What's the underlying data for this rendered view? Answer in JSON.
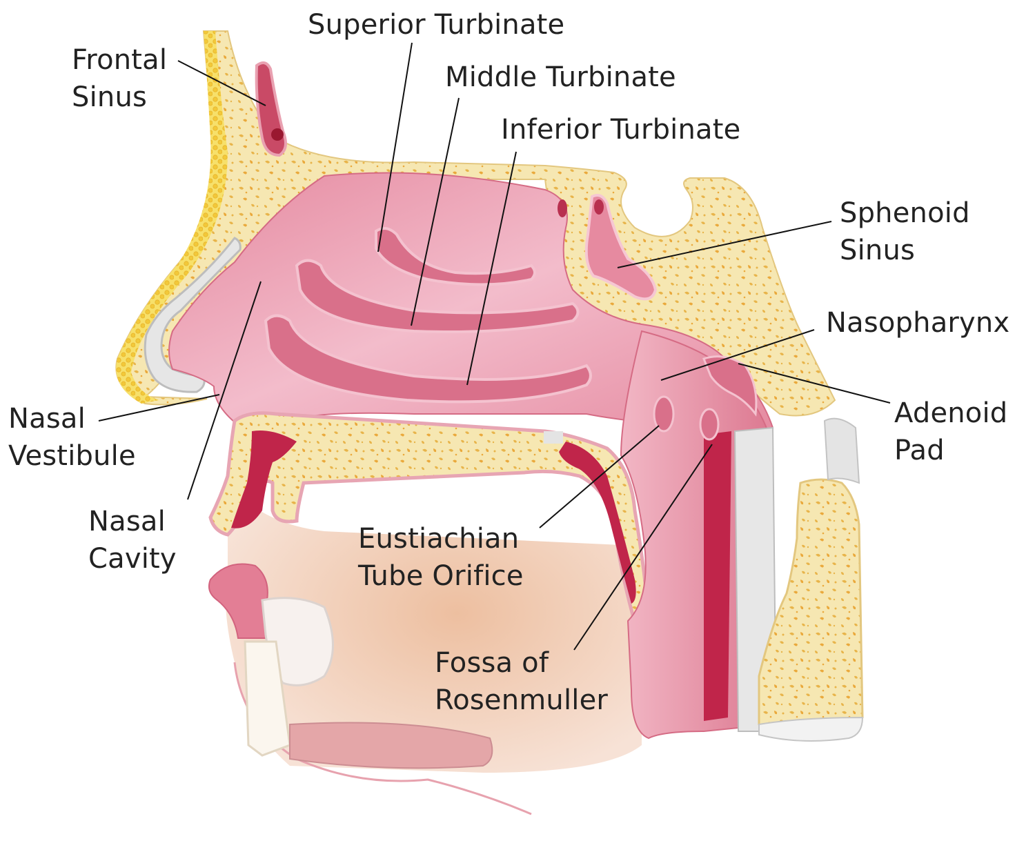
{
  "colors": {
    "bone": "#f6e7b2",
    "bone_dots": "#e8b44a",
    "fat": "#f3d04a",
    "mucosa": "#e99aac",
    "mucosa_light": "#f6c6d1",
    "mucosa_dark": "#d9667f",
    "muscle": "#c0254a",
    "skin": "#f3d9c8",
    "cartilage": "#e9e9e9",
    "leader_line": "#111111",
    "label_text": "#222222"
  },
  "labels": {
    "frontal_sinus": [
      "Frontal",
      "Sinus"
    ],
    "superior_turbinate": [
      "Superior Turbinate"
    ],
    "middle_turbinate": [
      "Middle Turbinate"
    ],
    "inferior_turbinate": [
      "Inferior Turbinate"
    ],
    "sphenoid_sinus": [
      "Sphenoid",
      "Sinus"
    ],
    "nasopharynx": [
      "Nasopharynx"
    ],
    "adenoid_pad": [
      "Adenoid",
      "Pad"
    ],
    "nasal_vestibule": [
      "Nasal",
      "Vestibule"
    ],
    "nasal_cavity": [
      "Nasal",
      "Cavity"
    ],
    "eustachian_tube_orifice": [
      "Eustiachian",
      "Tube Orifice"
    ],
    "fossa_of_rosenmuller": [
      "Fossa of",
      "Rosenmuller"
    ]
  }
}
